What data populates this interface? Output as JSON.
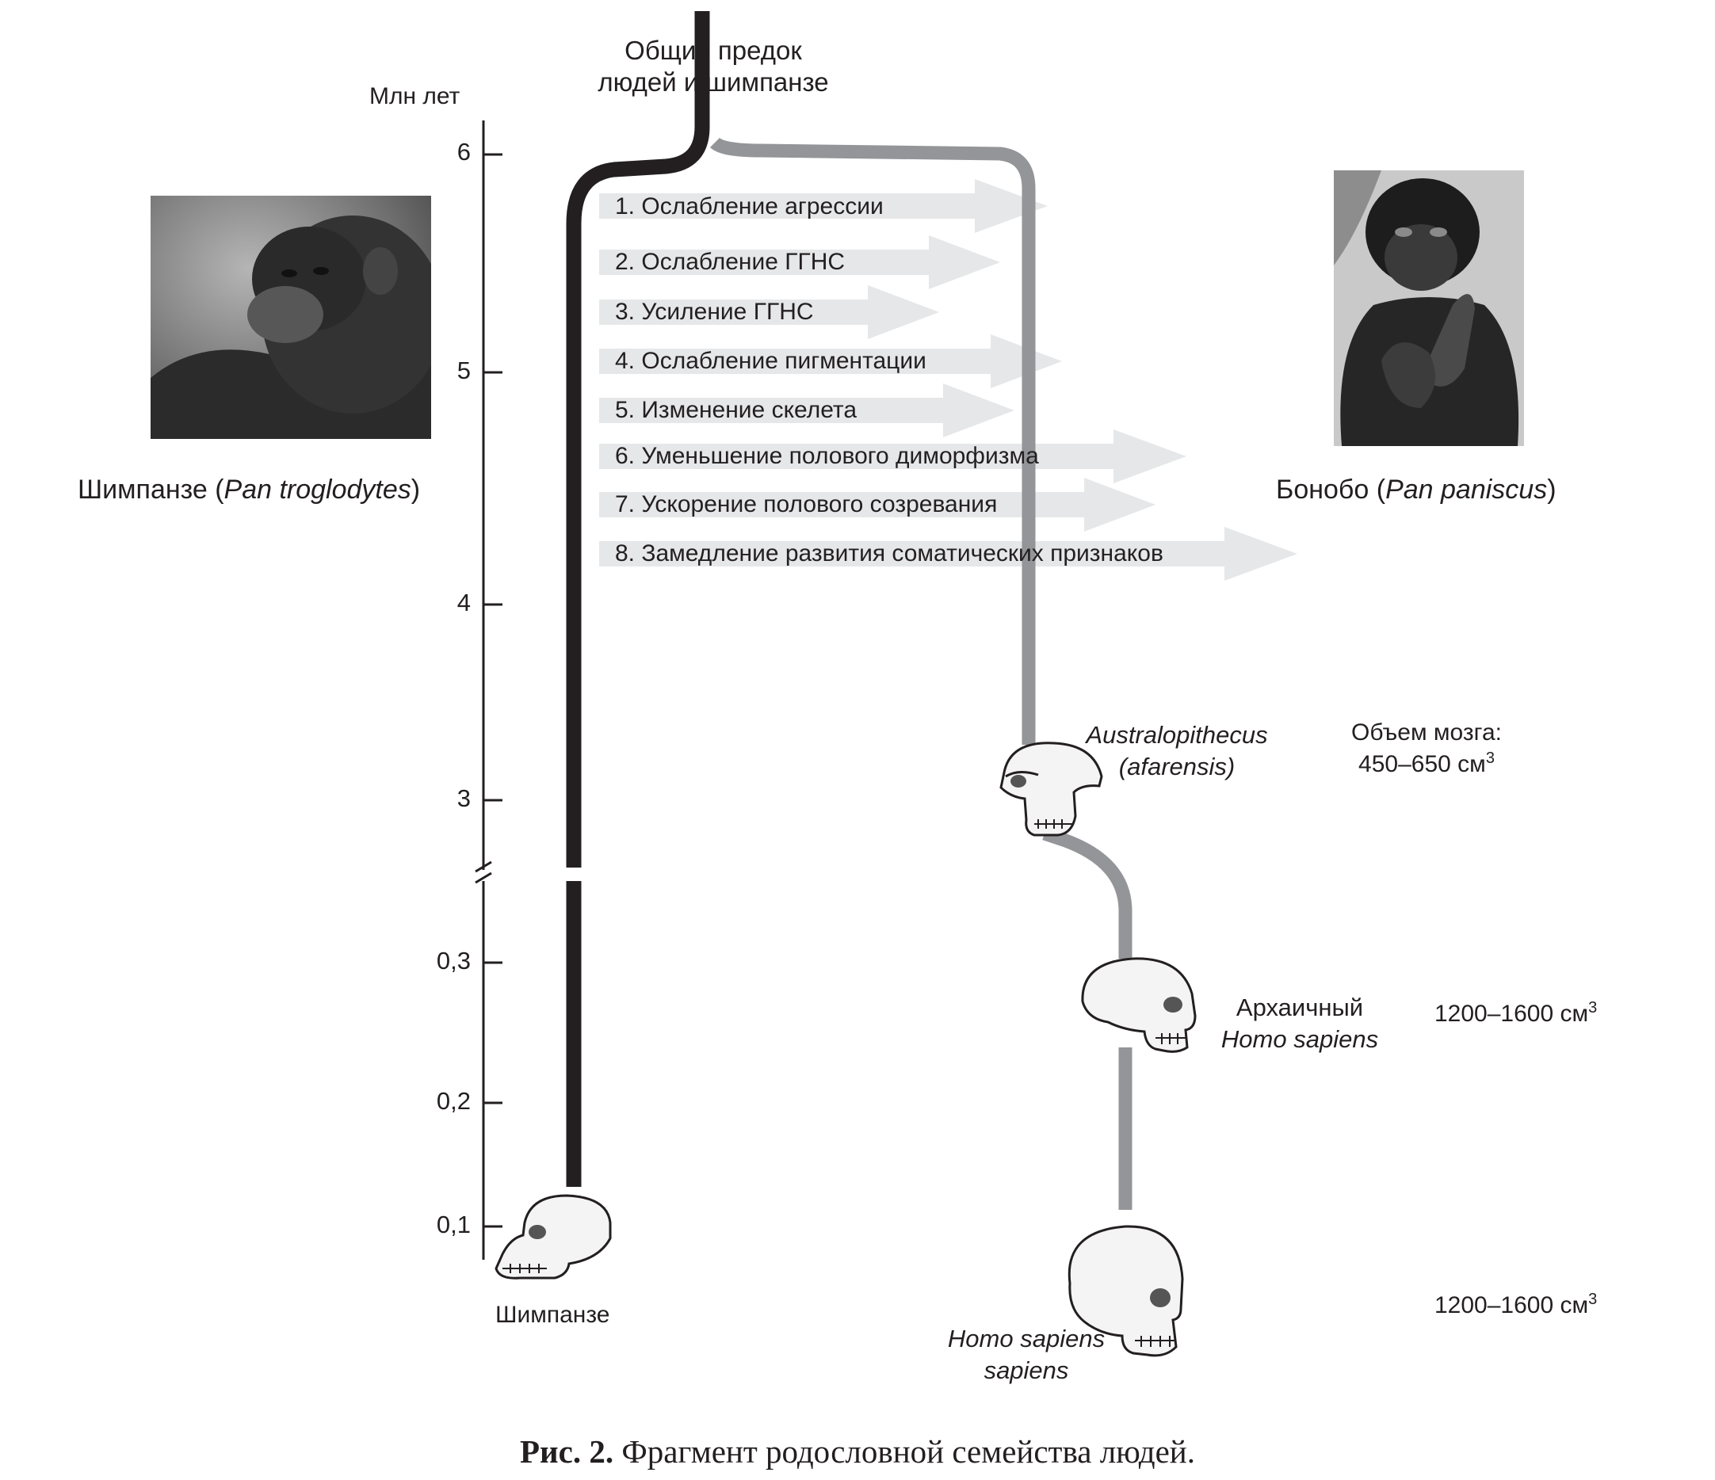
{
  "ancestor": {
    "line1": "Общий предок",
    "line2": "людей и шимпанзе"
  },
  "axis": {
    "unit": "Млн лет",
    "ticks_upper": [
      "6",
      "5",
      "4",
      "3"
    ],
    "ticks_lower": [
      "0,3",
      "0,2",
      "0,1"
    ]
  },
  "traits": [
    "1. Ослабление агрессии",
    "2. Ослабление ГГНС",
    "3. Усиление ГГНС",
    "4. Ослабление пигментации",
    "5. Изменение скелета",
    "6. Уменьшение полового диморфизма",
    "7. Ускорение полового созревания",
    "8. Замедление развития соматических признаков"
  ],
  "chimp_photo": {
    "name_plain": "Шимпанзе (",
    "name_italic": "Pan troglodytes",
    "name_close": ")"
  },
  "bonobo_photo": {
    "name_plain": "Бонобо (",
    "name_italic": "Pan paniscus",
    "name_close": ")"
  },
  "species": {
    "australopithecus": {
      "line1": "Australopithecus",
      "line2": "(afarensis)"
    },
    "archaic": {
      "line1": "Архаичный",
      "line2": "Homo sapiens"
    },
    "sapiens": {
      "line1": "Homo sapiens",
      "line2": "sapiens"
    },
    "chimp_skull_label": "Шимпанзе"
  },
  "brain": {
    "header": "Объем мозга:",
    "australopithecus": "450–650 см",
    "archaic": "1200–1600 см",
    "sapiens": "1200–1600 см",
    "superscript": "3"
  },
  "caption": {
    "bold": "Рис. 2.",
    "text": "Фрагмент родословной семейства людей."
  },
  "colors": {
    "chimp_line": "#231f20",
    "human_line": "#939598",
    "arrow": "#e6e7e8",
    "text": "#231f20"
  },
  "icons": [
    "chimp-photo",
    "bonobo-photo",
    "australopithecus-skull",
    "archaic-skull",
    "sapiens-skull",
    "chimp-skull"
  ]
}
